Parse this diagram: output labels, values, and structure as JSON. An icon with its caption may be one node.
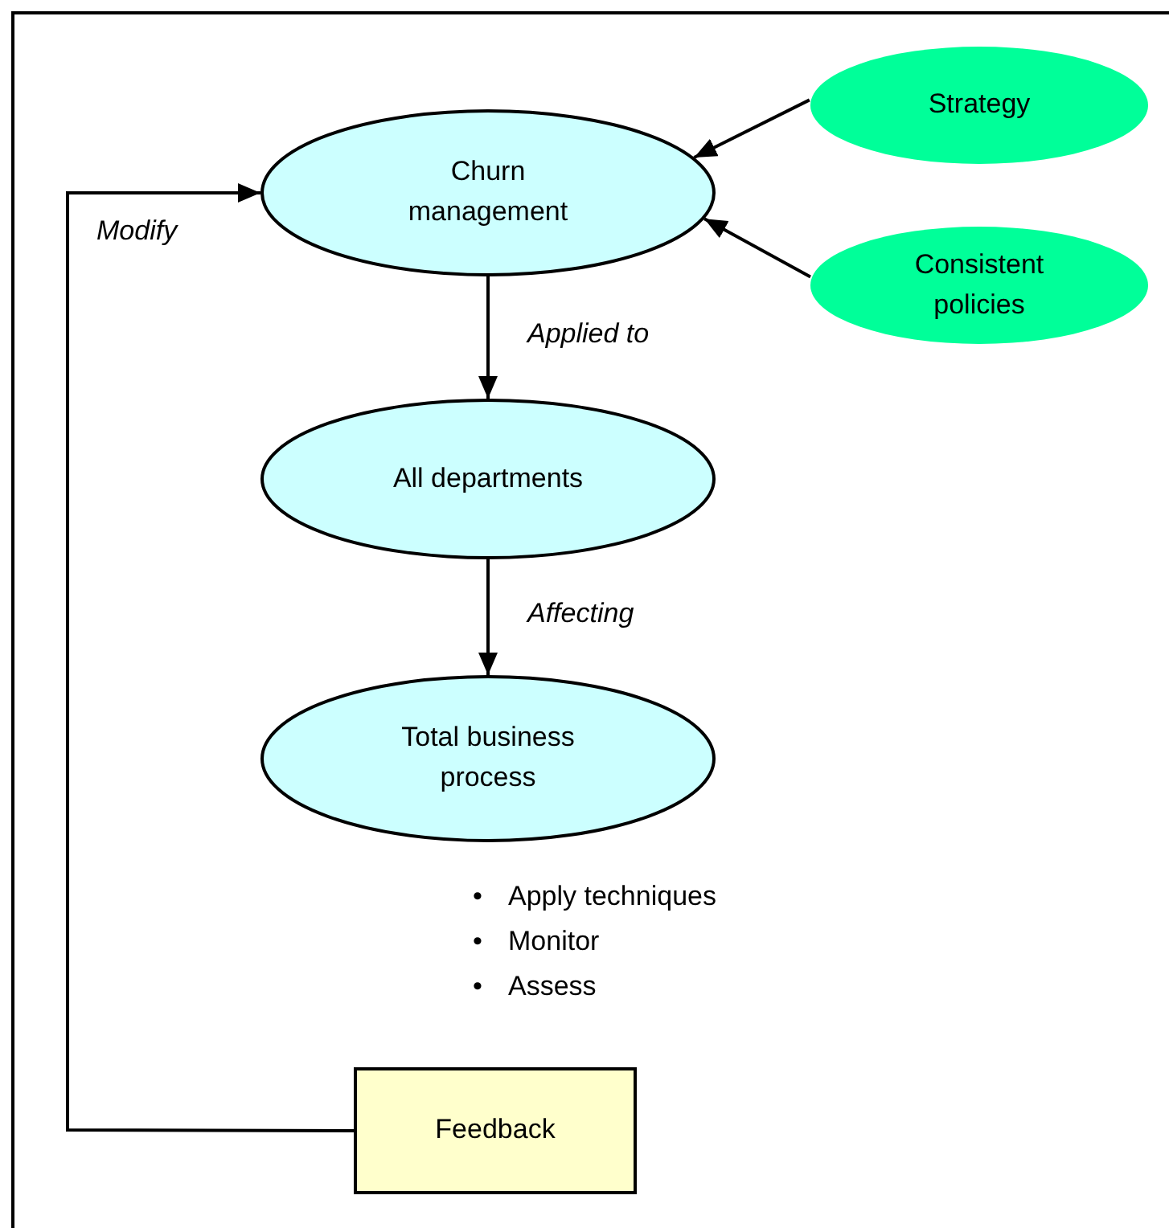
{
  "diagram": {
    "nodes": [
      {
        "text": [
          "Churn management"
        ]
      },
      {
        "text": [
          "Strategy"
        ]
      },
      {
        "text": [
          "Consistent policies"
        ]
      },
      {
        "text": [
          "All departments"
        ]
      },
      {
        "text": [
          "Total business process"
        ]
      },
      {
        "text": [
          "Feedback"
        ]
      }
    ],
    "edges": [
      {
        "from": 1,
        "to": 0,
        "arrow": "to"
      },
      {
        "from": 2,
        "to": 0,
        "arrow": "to"
      },
      {
        "from": 0,
        "to": 3,
        "arrow": "to",
        "label": "Applied to"
      },
      {
        "from": 3,
        "to": 4,
        "arrow": "to",
        "label": "Affecting"
      },
      {
        "from": 5,
        "to": 0,
        "arrow": "to",
        "label": "Modify"
      }
    ],
    "labels": [
      "•",
      "Apply techniques",
      "•",
      "Monitor",
      "•",
      "Assess"
    ]
  }
}
